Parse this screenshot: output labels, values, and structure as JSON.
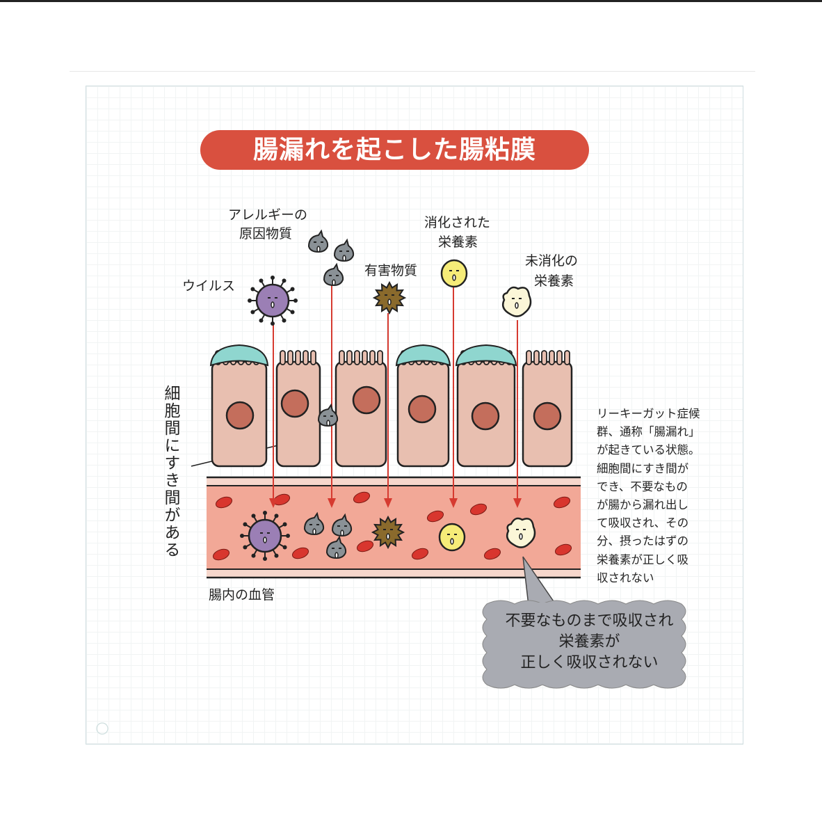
{
  "title": "腸漏れを起こした腸粘膜",
  "labels": {
    "virus": "ウイルス",
    "allergen_line1": "アレルギーの",
    "allergen_line2": "原因物質",
    "harmful": "有害物質",
    "digested_line1": "消化された",
    "digested_line2": "栄養素",
    "undigested_line1": "未消化の",
    "undigested_line2": "栄養素",
    "gap": "細胞間にすき間がある",
    "vessel": "腸内の血管"
  },
  "side_text": [
    "リーキーガット症候",
    "群、通称「腸漏れ」",
    "が起きている状態。",
    "細胞間にすき間が",
    "でき、不要なもの",
    "が腸から漏れ出し",
    "て吸収され、その",
    "分、摂ったはずの",
    "栄養素が正しく吸",
    "収されない"
  ],
  "bubble": [
    "不要なものまで吸収され",
    "栄養素が",
    "正しく吸収されない"
  ],
  "colors": {
    "title_bg": "#d9503f",
    "arrow": "#d63a30",
    "cell": "#e8bfb0",
    "nucleus": "#c46e5c",
    "mucus": "#8fd6cf",
    "vessel": "#f2a897",
    "rbc": "#d8362e",
    "virus": "#9b7fb5",
    "allergen": "#8a9196",
    "harmful": "#8a6a2c",
    "digested": "#f6ec78",
    "undigested": "#fbf6d8",
    "bubble": "#a9abb2"
  }
}
